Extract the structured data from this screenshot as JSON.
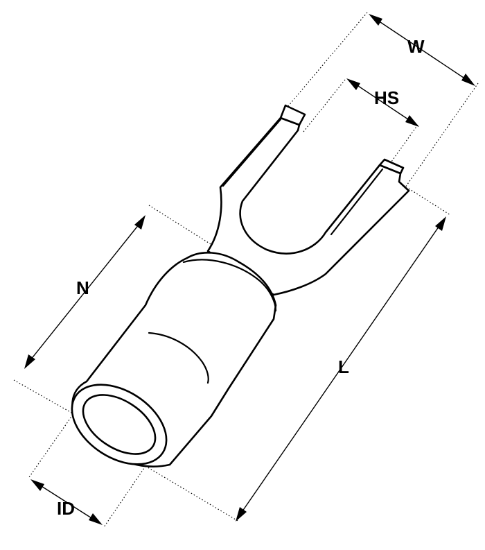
{
  "diagram": {
    "labels": {
      "width": "W",
      "hole_spacing": "HS",
      "length": "L",
      "insulation_length": "N",
      "inner_diameter": "ID"
    },
    "colors": {
      "line": "#000000",
      "fill": "#ffffff",
      "background": "#ffffff"
    }
  }
}
